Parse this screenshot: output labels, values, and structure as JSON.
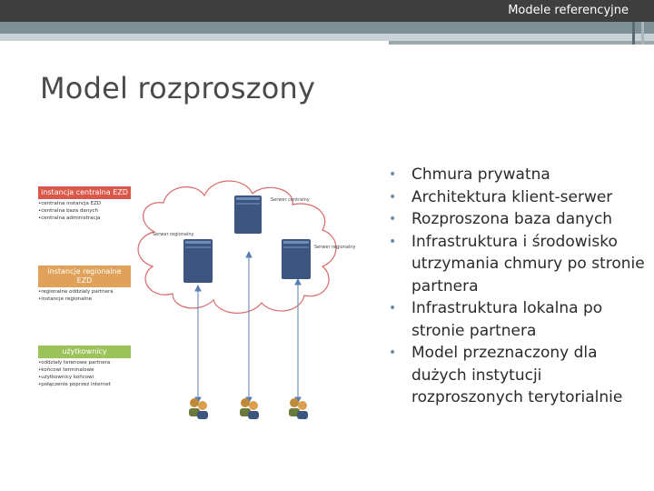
{
  "header": {
    "title": "Modele referencyjne"
  },
  "page": {
    "title": "Model rozproszony"
  },
  "bullets": [
    "Chmura prywatna",
    "Architektura klient-serwer",
    "Rozproszona baza danych",
    "Infrastruktura i środowisko utrzymania chmury po stronie partnera",
    "Infrastruktura lokalna po stronie partnera",
    "Model przeznaczony dla dużych instytucji rozproszonych terytorialnie"
  ],
  "diagram": {
    "groups": [
      {
        "title": "instancja centralna EZD",
        "color": "#d9584a",
        "items": [
          "centralna instancja EZD",
          "centralna baza danych",
          "centralna administracja"
        ]
      },
      {
        "title": "instancje regionalne EZD",
        "color": "#e0a15a",
        "items": [
          "regionalne oddziały partnera",
          "instancje regionalne"
        ]
      },
      {
        "title": "użytkownicy",
        "color": "#9cc25a",
        "items": [
          "oddziały terenowe partnera",
          "końcowi terminalowe",
          "użytkownicy końcowi",
          "połączenie poprzez internet"
        ]
      }
    ],
    "servers": [
      "Serwer centralny",
      "Serwer regionalny",
      "Serwer regionalny"
    ]
  }
}
